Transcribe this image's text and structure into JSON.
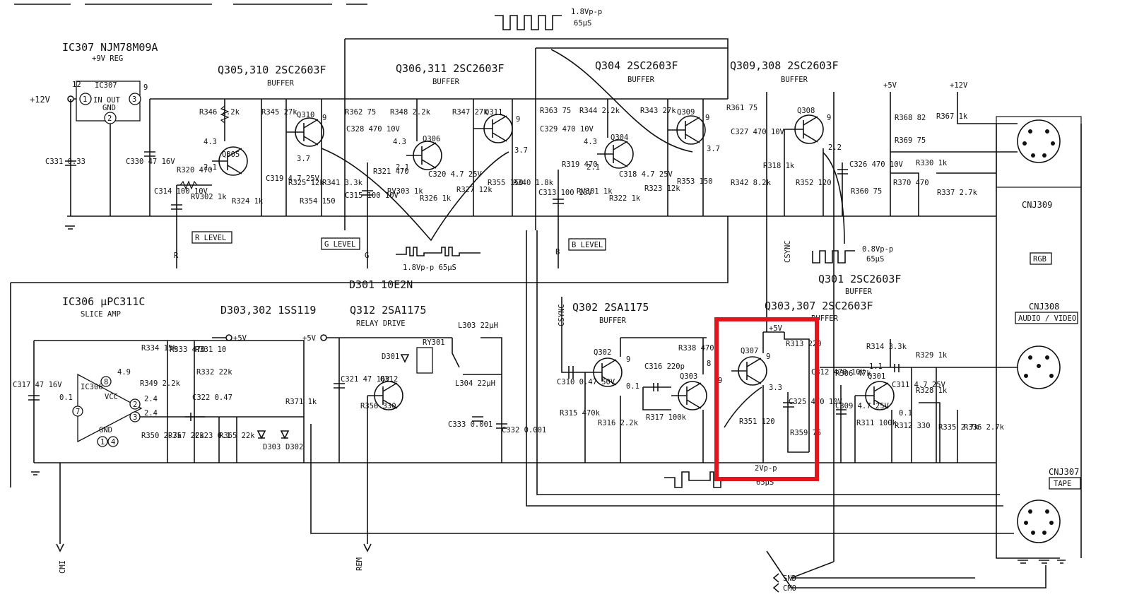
{
  "highlight": {
    "color": "#e3141b"
  },
  "titles": {
    "ic307": "IC307  NJM78M09A",
    "ic307_sub": "+9V REG",
    "q305": "Q305,310  2SC2603F",
    "q305_sub": "BUFFER",
    "q306": "Q306,311  2SC2603F",
    "q306_sub": "BUFFER",
    "q304": "Q304  2SC2603F",
    "q304_sub": "BUFFER",
    "q309": "Q309,308  2SC2603F",
    "q309_sub": "BUFFER",
    "q301": "Q301  2SC2603F",
    "q301_sub": "BUFFER",
    "q303": "Q303,307  2SC2603F",
    "q303_sub": "BUFFER",
    "q302": "Q302  2SA1175",
    "q302_sub": "BUFFER",
    "q312": "Q312  2SA1175",
    "q312_sub": "RELAY DRIVE",
    "ic306": "IC306  μPC311C",
    "ic306_sub": "SLICE AMP",
    "d303": "D303,302  1SS119",
    "d301": "D301  10E2N"
  },
  "waveforms": {
    "top": "1.8Vp-p",
    "top_t": "65μS",
    "mid": "1.8Vp-p  65μS",
    "right": "0.8Vp-p",
    "right_t": "65μS",
    "bottom": "2Vp-p",
    "bottom_t": "65μS"
  },
  "supplies": {
    "v12": "+12V",
    "v9": "+9V",
    "v5": "+5V"
  },
  "ic307": {
    "label": "IC307",
    "in_out": "IN  OUT",
    "gnd": "GND",
    "p1": "1",
    "p2": "2",
    "p3": "3",
    "n12": "12",
    "n9": "9"
  },
  "ic306": {
    "label": "IC306",
    "vcc": "VCC",
    "gnd": "GND",
    "p1": "1",
    "p2": "2",
    "p3": "3",
    "p4": "4",
    "p7": "7",
    "p8": "8",
    "v01": "0.1",
    "v49": "4.9",
    "v24a": "2.4",
    "v24b": "2.4"
  },
  "voltages": {
    "q305_b": "4.3",
    "q305_e": "2.1",
    "q310_e": "3.7",
    "q306_b": "4.3",
    "q306_e": "2.1",
    "q311_e": "3.7",
    "q304_b": "4.3",
    "q304_e": "2.1",
    "q309_e": "3.7",
    "q308_e": "2.2",
    "q310_c": "9",
    "q311_c": "9",
    "q309_c": "9",
    "q308_c": "9",
    "q302_c": "9",
    "q302_b": "0.1",
    "q303_c": "8",
    "q303_b": "9",
    "q307_c": "9",
    "q307_e": "3.3",
    "q301_b": "1.1",
    "q301_e": "0.1"
  },
  "components": {
    "c331": "C331 0.33",
    "c330": "C330 47 16V",
    "r346": "R346 2.2k",
    "r345": "R345 27k",
    "r320": "R320 470",
    "rv302": "RV302 1k",
    "c314": "C314 100 10V",
    "r324": "R324 1k",
    "c319": "C319 4.7 25V",
    "r325": "R325 12k",
    "r354": "R354 150",
    "r341": "R341 3.3k",
    "r362": "R362 75",
    "c328": "C328 470 10V",
    "c315": "C315 100 10V",
    "r348": "R348 2.2k",
    "r347": "R347 27k",
    "r321": "R321 470",
    "rv303": "RV303 1k",
    "r326": "R326 1k",
    "c320": "C320 4.7 25V",
    "r327": "R327 12k",
    "r355": "R355 150",
    "r340": "R340 1.8k",
    "r363": "R363 75",
    "c329": "C329 470 10V",
    "c313": "C313 100 10V",
    "r344": "R344 2.2k",
    "r343": "R343 27k",
    "r319": "R319 470",
    "rv301": "RV301 1k",
    "r322": "R322 1k",
    "c318": "C318 4.7 25V",
    "r323": "R323 12k",
    "r353": "R353 150",
    "r361": "R361 75",
    "c327": "C327 470 10V",
    "r342": "R342 8.2k",
    "r318": "R318 1k",
    "r352": "R352 120",
    "c326": "C326 470 10V",
    "r360": "R360 75",
    "r368": "R368 82",
    "r369": "R369 75",
    "r370": "R370 470",
    "r367": "R367 1k",
    "r330": "R330 1k",
    "r337": "R337 2.7k",
    "r334": "R334 15k",
    "r333": "R333 470",
    "r331": "R331 10",
    "r332": "R332 22k",
    "r349": "R349 2.2k",
    "c317": "C317 47 16V",
    "c322": "C322 0.47",
    "r350": "R350 2.7k",
    "r357": "R357 22k",
    "c323": "C323 0.1",
    "r365": "R365 22k",
    "r371": "R371 1k",
    "c321": "C321 47 16V",
    "r356": "R356 330",
    "ry301": "RY301",
    "l303": "L303 22μH",
    "l304": "L304 22μH",
    "c333": "C333 0.001",
    "c332": "C332 0.001",
    "c310": "C310 0.47 50V",
    "r315": "R315 470k",
    "r316": "R316 2.2k",
    "c316": "C316 220p",
    "r317": "R317 100k",
    "r338": "R338 470",
    "r313": "R313 220",
    "r351": "R351 120",
    "c325": "C325 470 10V",
    "r359": "R359 75",
    "c312": "C312 470 10V",
    "r306": "R306 47k",
    "c309": "C309 4.7 25V",
    "r311": "R311 100k",
    "r314": "R314 3.3k",
    "c311": "C311 4.7 25V",
    "r312": "R312 330",
    "r329": "R329 1k",
    "r328": "R328 1k",
    "r335": "R335 2.7k",
    "r336": "R336 2.7k"
  },
  "transistors": {
    "q305": "Q305",
    "q310": "Q310",
    "q306": "Q306",
    "q311": "Q311",
    "q304": "Q304",
    "q309": "Q309",
    "q308": "Q308",
    "q302": "Q302",
    "q303": "Q303",
    "q307": "Q307",
    "q301": "Q301",
    "q312": "Q312"
  },
  "diodes": {
    "d301": "D301",
    "d303": "D303",
    "d302": "D302"
  },
  "level_boxes": {
    "r": "R LEVEL",
    "g": "G LEVEL",
    "b": "B LEVEL"
  },
  "signals": {
    "r": "R",
    "g": "G",
    "b": "B",
    "csync": "CSYNC",
    "csync2": "CSYNC",
    "cmi": "CMI",
    "rem": "REM",
    "snd": "SND",
    "cmo": "CMO"
  },
  "connectors": {
    "cnj309": "CNJ309",
    "cnj309_box": "RGB",
    "cnj308": "CNJ308",
    "cnj308_box": "AUDIO / VIDEO",
    "cnj307": "CNJ307",
    "cnj307_box": "TAPE"
  }
}
